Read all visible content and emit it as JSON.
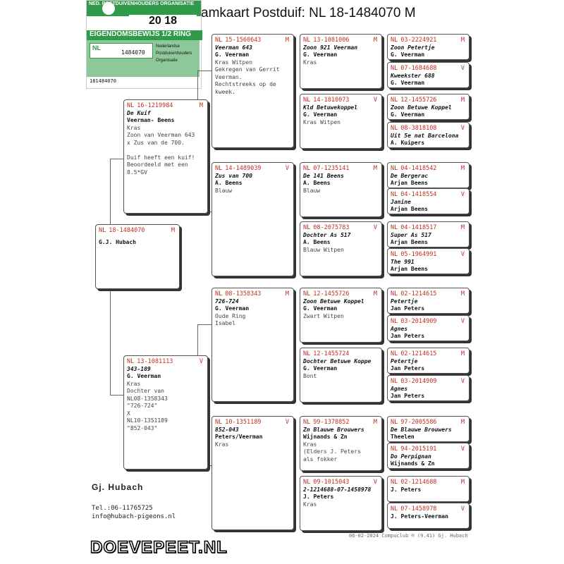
{
  "title": "amkaart Postduif:  NL  18-1484070 M",
  "card": {
    "org": "NED. POSTDUIVENHOUDERS ORGANISATIE",
    "year": "20   18",
    "label": "EIGENDOMSBEWIJS 1/2 RING",
    "nl": "NL",
    "number": "1484070",
    "legend": [
      "Nederlandse",
      "Postduivenhouders",
      "Organisatie"
    ],
    "barcode": "181484070"
  },
  "birds": [
    {
      "id": "subject",
      "ringNL": "NL",
      "ring": "18-1484070",
      "sex": "M",
      "name": "",
      "owner": "G.J. Hubach",
      "color": "",
      "note": ""
    },
    {
      "id": "father",
      "ringNL": "NL",
      "ring": "16-1219984",
      "sex": "M",
      "name": "De Kuif",
      "owner": "Veerman- Beens",
      "color": "Kras",
      "note": "Zoon van Veerman 643\nx Zus van de 700.\n\nDuif heeft een kuif!\nBeoordeeld met een\n8.5*GV"
    },
    {
      "id": "mother",
      "ringNL": "NL",
      "ring": "13-1081113",
      "sex": "V",
      "name": "343-189",
      "owner": "G. Veerman",
      "color": "Kras",
      "note": "Dochter van\nNL08-1358343\n\"726-724\"\n    X\nNL10-1351189\n\"852-043\""
    },
    {
      "id": "ff",
      "ringNL": "NL",
      "ring": "15-1560643",
      "sex": "M",
      "name": "Veerman 643",
      "owner": "G. Veerman",
      "color": "Kras Witpen",
      "note": "Gekregen van Gerrit\nVeerman.\nRechtstreeks op de\nkweek."
    },
    {
      "id": "fm",
      "ringNL": "NL",
      "ring": "14-1489039",
      "sex": "V",
      "name": "Zus van 700",
      "owner": "A. Beens",
      "color": "Blauw",
      "note": ""
    },
    {
      "id": "mf",
      "ringNL": "NL",
      "ring": "08-1358343",
      "sex": "M",
      "name": "726-724",
      "owner": "G. Veerman",
      "color": "",
      "note": "Oude Ring\nIsabel"
    },
    {
      "id": "mm",
      "ringNL": "NL",
      "ring": "10-1351189",
      "sex": "V",
      "name": "852-043",
      "owner": "Peters/Veerman",
      "color": "Kras",
      "note": ""
    },
    {
      "id": "fff",
      "ringNL": "NL",
      "ring": "13-1081006",
      "sex": "M",
      "name": "Zoon 921 Veerman",
      "owner": "G. Veerman",
      "color": "Kras",
      "note": ""
    },
    {
      "id": "ffm",
      "ringNL": "NL",
      "ring": "14-1810073",
      "sex": "V",
      "name": "Kld Betuwekoppel",
      "owner": "G. Veerman",
      "color": "Kras Witpen",
      "note": ""
    },
    {
      "id": "fmf",
      "ringNL": "NL",
      "ring": "07-1235141",
      "sex": "M",
      "name": "De 141 Beens",
      "owner": "A. Beens",
      "color": "Blauw",
      "note": ""
    },
    {
      "id": "fmm",
      "ringNL": "NL",
      "ring": "08-2075783",
      "sex": "V",
      "name": "Dochter As 517",
      "owner": "A. Beens",
      "color": "Blauw Witpen",
      "note": ""
    },
    {
      "id": "mff",
      "ringNL": "NL",
      "ring": "12-1455726",
      "sex": "M",
      "name": "Zoon Betuwe Koppel",
      "owner": "G. Veerman",
      "color": "Zwart Witpen",
      "note": ""
    },
    {
      "id": "mfm",
      "ringNL": "NL",
      "ring": "12-1455724",
      "sex": "",
      "name": "Dochter Betuwe Koppe",
      "owner": "G. Veerman",
      "color": "Bont",
      "note": ""
    },
    {
      "id": "mmf",
      "ringNL": "NL",
      "ring": "99-1378852",
      "sex": "M",
      "name": "Zn Blauwe Brouwers",
      "owner": "Wijnands & Zn",
      "color": "Kras",
      "note": "(Elders J. Peters\nals fokker"
    },
    {
      "id": "mmm",
      "ringNL": "NL",
      "ring": "09-1015043",
      "sex": "V",
      "name": "2-1214688-07-1458978",
      "owner": "J. Peters",
      "color": "Kras",
      "note": ""
    },
    {
      "id": "g1",
      "ringNL": "NL",
      "ring": "03-2224921",
      "sex": "M",
      "name": "Zoon Petertje",
      "owner": "G. Veerman",
      "color": "",
      "note": ""
    },
    {
      "id": "g2",
      "ringNL": "NL",
      "ring": "07-1684688",
      "sex": "V",
      "name": "Kweekster 688",
      "owner": "G. Veerman",
      "color": "",
      "note": ""
    },
    {
      "id": "g3",
      "ringNL": "NL",
      "ring": "12-1455726",
      "sex": "M",
      "name": "Zoon Betuwe Koppel",
      "owner": "G. Veerman",
      "color": "",
      "note": ""
    },
    {
      "id": "g4",
      "ringNL": "NL",
      "ring": "08-3818108",
      "sex": "V",
      "name": "Uit 5e nat Barcelona",
      "owner": "A. Kuipers",
      "color": "",
      "note": ""
    },
    {
      "id": "g5",
      "ringNL": "NL",
      "ring": "04-1418542",
      "sex": "M",
      "name": "De Bergerac",
      "owner": "Arjan Beens",
      "color": "",
      "note": ""
    },
    {
      "id": "g6",
      "ringNL": "NL",
      "ring": "04-1418554",
      "sex": "V",
      "name": "Janine",
      "owner": "Arjan Beens",
      "color": "",
      "note": ""
    },
    {
      "id": "g7",
      "ringNL": "NL",
      "ring": "04-1418517",
      "sex": "M",
      "name": "Super As 517",
      "owner": "Arjan Beens",
      "color": "",
      "note": ""
    },
    {
      "id": "g8",
      "ringNL": "NL",
      "ring": "05-1964991",
      "sex": "V",
      "name": "The 991",
      "owner": "Arjan Beens",
      "color": "",
      "note": ""
    },
    {
      "id": "g9",
      "ringNL": "NL",
      "ring": "02-1214615",
      "sex": "M",
      "name": "Petertje",
      "owner": "Jan Peters",
      "color": "",
      "note": ""
    },
    {
      "id": "g10",
      "ringNL": "NL",
      "ring": "03-2014909",
      "sex": "V",
      "name": "Agnes",
      "owner": "Jan Peters",
      "color": "",
      "note": ""
    },
    {
      "id": "g11",
      "ringNL": "NL",
      "ring": "02-1214615",
      "sex": "M",
      "name": "Petertje",
      "owner": "Jan Peters",
      "color": "",
      "note": ""
    },
    {
      "id": "g12",
      "ringNL": "NL",
      "ring": "03-2014909",
      "sex": "V",
      "name": "Agnes",
      "owner": "Jan Peters",
      "color": "",
      "note": ""
    },
    {
      "id": "g13",
      "ringNL": "NL",
      "ring": "97-2005586",
      "sex": "M",
      "name": "De Blauwe Brouwers",
      "owner": "Theelen",
      "color": "",
      "note": ""
    },
    {
      "id": "g14",
      "ringNL": "NL",
      "ring": "94-2015191",
      "sex": "V",
      "name": "Do Perpignan",
      "owner": "Wijnands & Zn",
      "color": "",
      "note": ""
    },
    {
      "id": "g15",
      "ringNL": "NL",
      "ring": "02-1214688",
      "sex": "M",
      "name": "",
      "owner": "J. Peters",
      "color": "",
      "note": ""
    },
    {
      "id": "g16",
      "ringNL": "NL",
      "ring": "07-1458978",
      "sex": "V",
      "name": "",
      "owner": "J. Peters-Veerman",
      "color": "",
      "note": ""
    }
  ],
  "contact": {
    "name": "Gj. Hubach",
    "tel": "Tel.:06-11765725",
    "email": "info@hubach-pigeons.nl"
  },
  "footer": "06-02-2024   Compuclub ® (9.41)  Gj. Hubach",
  "brand": "DOEVEPEET.NL"
}
